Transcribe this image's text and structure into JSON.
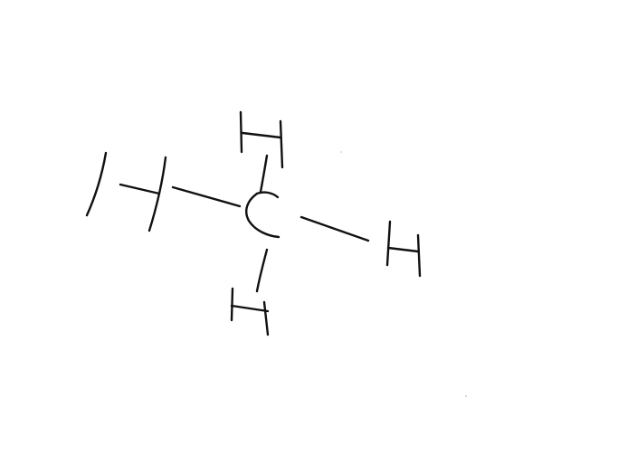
{
  "molecule": {
    "atoms": [
      {
        "id": "center",
        "symbol": "C",
        "bonded_to": null
      },
      {
        "id": "top",
        "symbol": "H",
        "bonded_to": "center"
      },
      {
        "id": "left",
        "symbol": "H",
        "bonded_to": "center"
      },
      {
        "id": "right",
        "symbol": "H",
        "bonded_to": "center"
      },
      {
        "id": "bottom",
        "symbol": "H",
        "bonded_to": "center"
      }
    ],
    "style": "handwritten",
    "ink_color": "#111111",
    "background_color": "#ffffff"
  }
}
